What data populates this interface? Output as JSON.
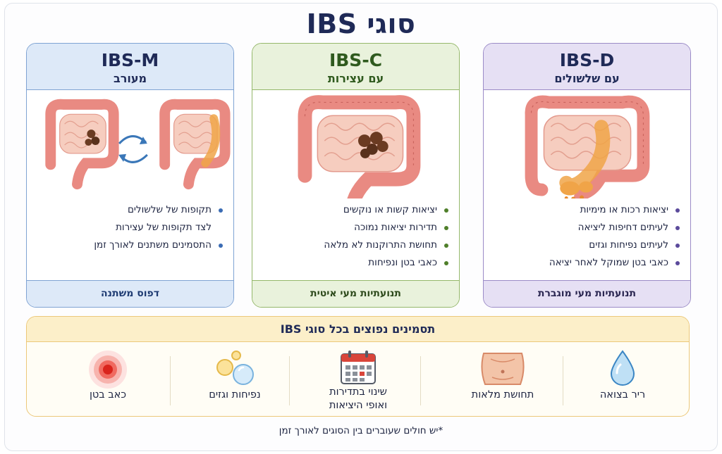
{
  "title": "סוגי IBS",
  "cards": {
    "d": {
      "code": "IBS-D",
      "subtitle": "עם שלשולים",
      "items": [
        "יציאות רכות או מימיות",
        "לעיתים דחיפות ליציאה",
        "לעיתים נפיחות וגזים",
        "כאבי בטן שמוקל לאחר יציאה"
      ],
      "footer": "תנועתיות מעי מוגברת",
      "color": "#9b8bc7"
    },
    "c": {
      "code": "IBS-C",
      "subtitle": "עם עצירות",
      "items": [
        "יציאות קשות או נוקשים",
        "תדירות יציאות נמוכה",
        "תחושת התרוקנות לא מלאה",
        "כאבי בטן ונפיחות"
      ],
      "footer": "תנועתיות מעי איטית",
      "color": "#95b86a"
    },
    "m": {
      "code": "IBS-M",
      "subtitle": "מעורב",
      "items": [
        "תקופות של שלשולים",
        "לצד תקופות של עצירות",
        "התסמינים משתנים לאורך זמן"
      ],
      "footer": "דפוס משתנה",
      "color": "#7fa3d3"
    }
  },
  "common": {
    "title": "תסמינים נפוצים בכל סוגי IBS",
    "symptoms": [
      {
        "label": "ריר בצואה",
        "icon": "droplet-icon"
      },
      {
        "label": "תחושת מלאות",
        "icon": "bloated-belly-icon"
      },
      {
        "label": "שינוי בתדירות",
        "label2": "ואופי היציאות",
        "icon": "calendar-icon"
      },
      {
        "label": "נפיחות וגזים",
        "icon": "gas-bubbles-icon"
      },
      {
        "label": "כאב בטן",
        "icon": "pain-target-icon"
      }
    ],
    "color": "#ecc87a"
  },
  "note": "*יש חולים שעוברים בין הסוגים לאורך זמן"
}
